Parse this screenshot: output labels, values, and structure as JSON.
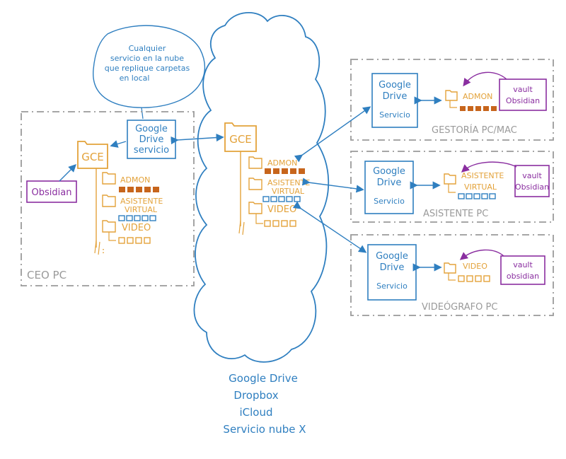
{
  "colors": {
    "blue": "#2f7fc0",
    "orange": "#e3a23a",
    "brown": "#c7651c",
    "purple": "#8a2ea0",
    "gray": "#9a9a9a"
  },
  "bubble": {
    "line1": "Cualquier",
    "line2": "servicio en la nube",
    "line3": "que replique carpetas",
    "line4": "en local"
  },
  "ceo": {
    "label": "CEO PC",
    "service": [
      "Google",
      "Drive",
      "servicio"
    ],
    "root_folder": "GCE",
    "obsidian": "Obsidian",
    "folders": [
      "ADMON",
      "ASISTENTE",
      "VIRTUAL",
      "VIDEO"
    ]
  },
  "cloud": {
    "root_folder": "GCE",
    "folders": [
      "ADMON",
      "ASISTENTE",
      "VIRTUAL",
      "VIDEO"
    ],
    "caption": [
      "Google Drive",
      "Dropbox",
      "iCloud",
      "Servicio nube X"
    ]
  },
  "remotes": [
    {
      "label": "GESTORÍA PC/MAC",
      "service": [
        "Google",
        "Drive",
        "Servicio"
      ],
      "folder": "ADMON",
      "vault": [
        "vault",
        "Obsidian"
      ]
    },
    {
      "label": "ASISTENTE PC",
      "service": [
        "Google",
        "Drive",
        "Servicio"
      ],
      "folder": "ASISTENTE",
      "folder2": "VIRTUAL",
      "vault": [
        "vault",
        "Obsidian"
      ]
    },
    {
      "label": "VIDEÓGRAFO PC",
      "service": [
        "Google",
        "Drive",
        "Servicio"
      ],
      "folder": "VIDEO",
      "vault": [
        "vault",
        "obsidian"
      ]
    }
  ]
}
